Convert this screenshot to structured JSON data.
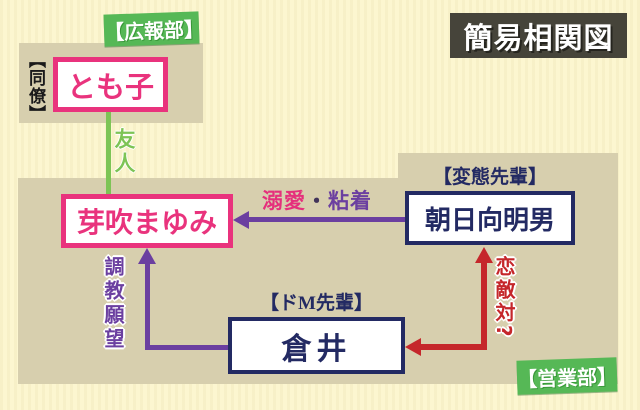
{
  "title": "簡易相関図",
  "departments": {
    "pr": "【広報部】",
    "sales": "【営業部】"
  },
  "people": {
    "tomoko": "とも子",
    "mayumi": "芽吹まゆみ",
    "asahina": "朝日向明男",
    "kurai": "倉井"
  },
  "tags": {
    "colleague": "【同僚】",
    "hentai_senpai": "【変態先輩】",
    "dom_senpai": "【ドM先輩】"
  },
  "relations": {
    "friend": {
      "from": "tomoko",
      "to": "mayumi",
      "type": "line",
      "label": "友人"
    },
    "dekiai_nenchaku": {
      "from": "asahina",
      "to": "mayumi",
      "type": "arrow",
      "label_pink": "溺愛",
      "label_sep": "・",
      "label_purple": "粘着"
    },
    "chokyo": {
      "from": "kurai",
      "to": "mayumi",
      "type": "elbow-arrow",
      "label": "調教願望"
    },
    "rival": {
      "from": "asahina",
      "to": "kurai",
      "type": "double-arrow",
      "label": "恋敵対?"
    }
  },
  "colors": {
    "background": "#fbf5cd",
    "panel": "#d7cfae",
    "pink": "#e9337d",
    "navy": "#232a63",
    "purple": "#6b3fa0",
    "red": "#c5272b",
    "green_line": "#7dc455",
    "green_label_bg": "#56b856",
    "title_bg": "#46443a"
  }
}
